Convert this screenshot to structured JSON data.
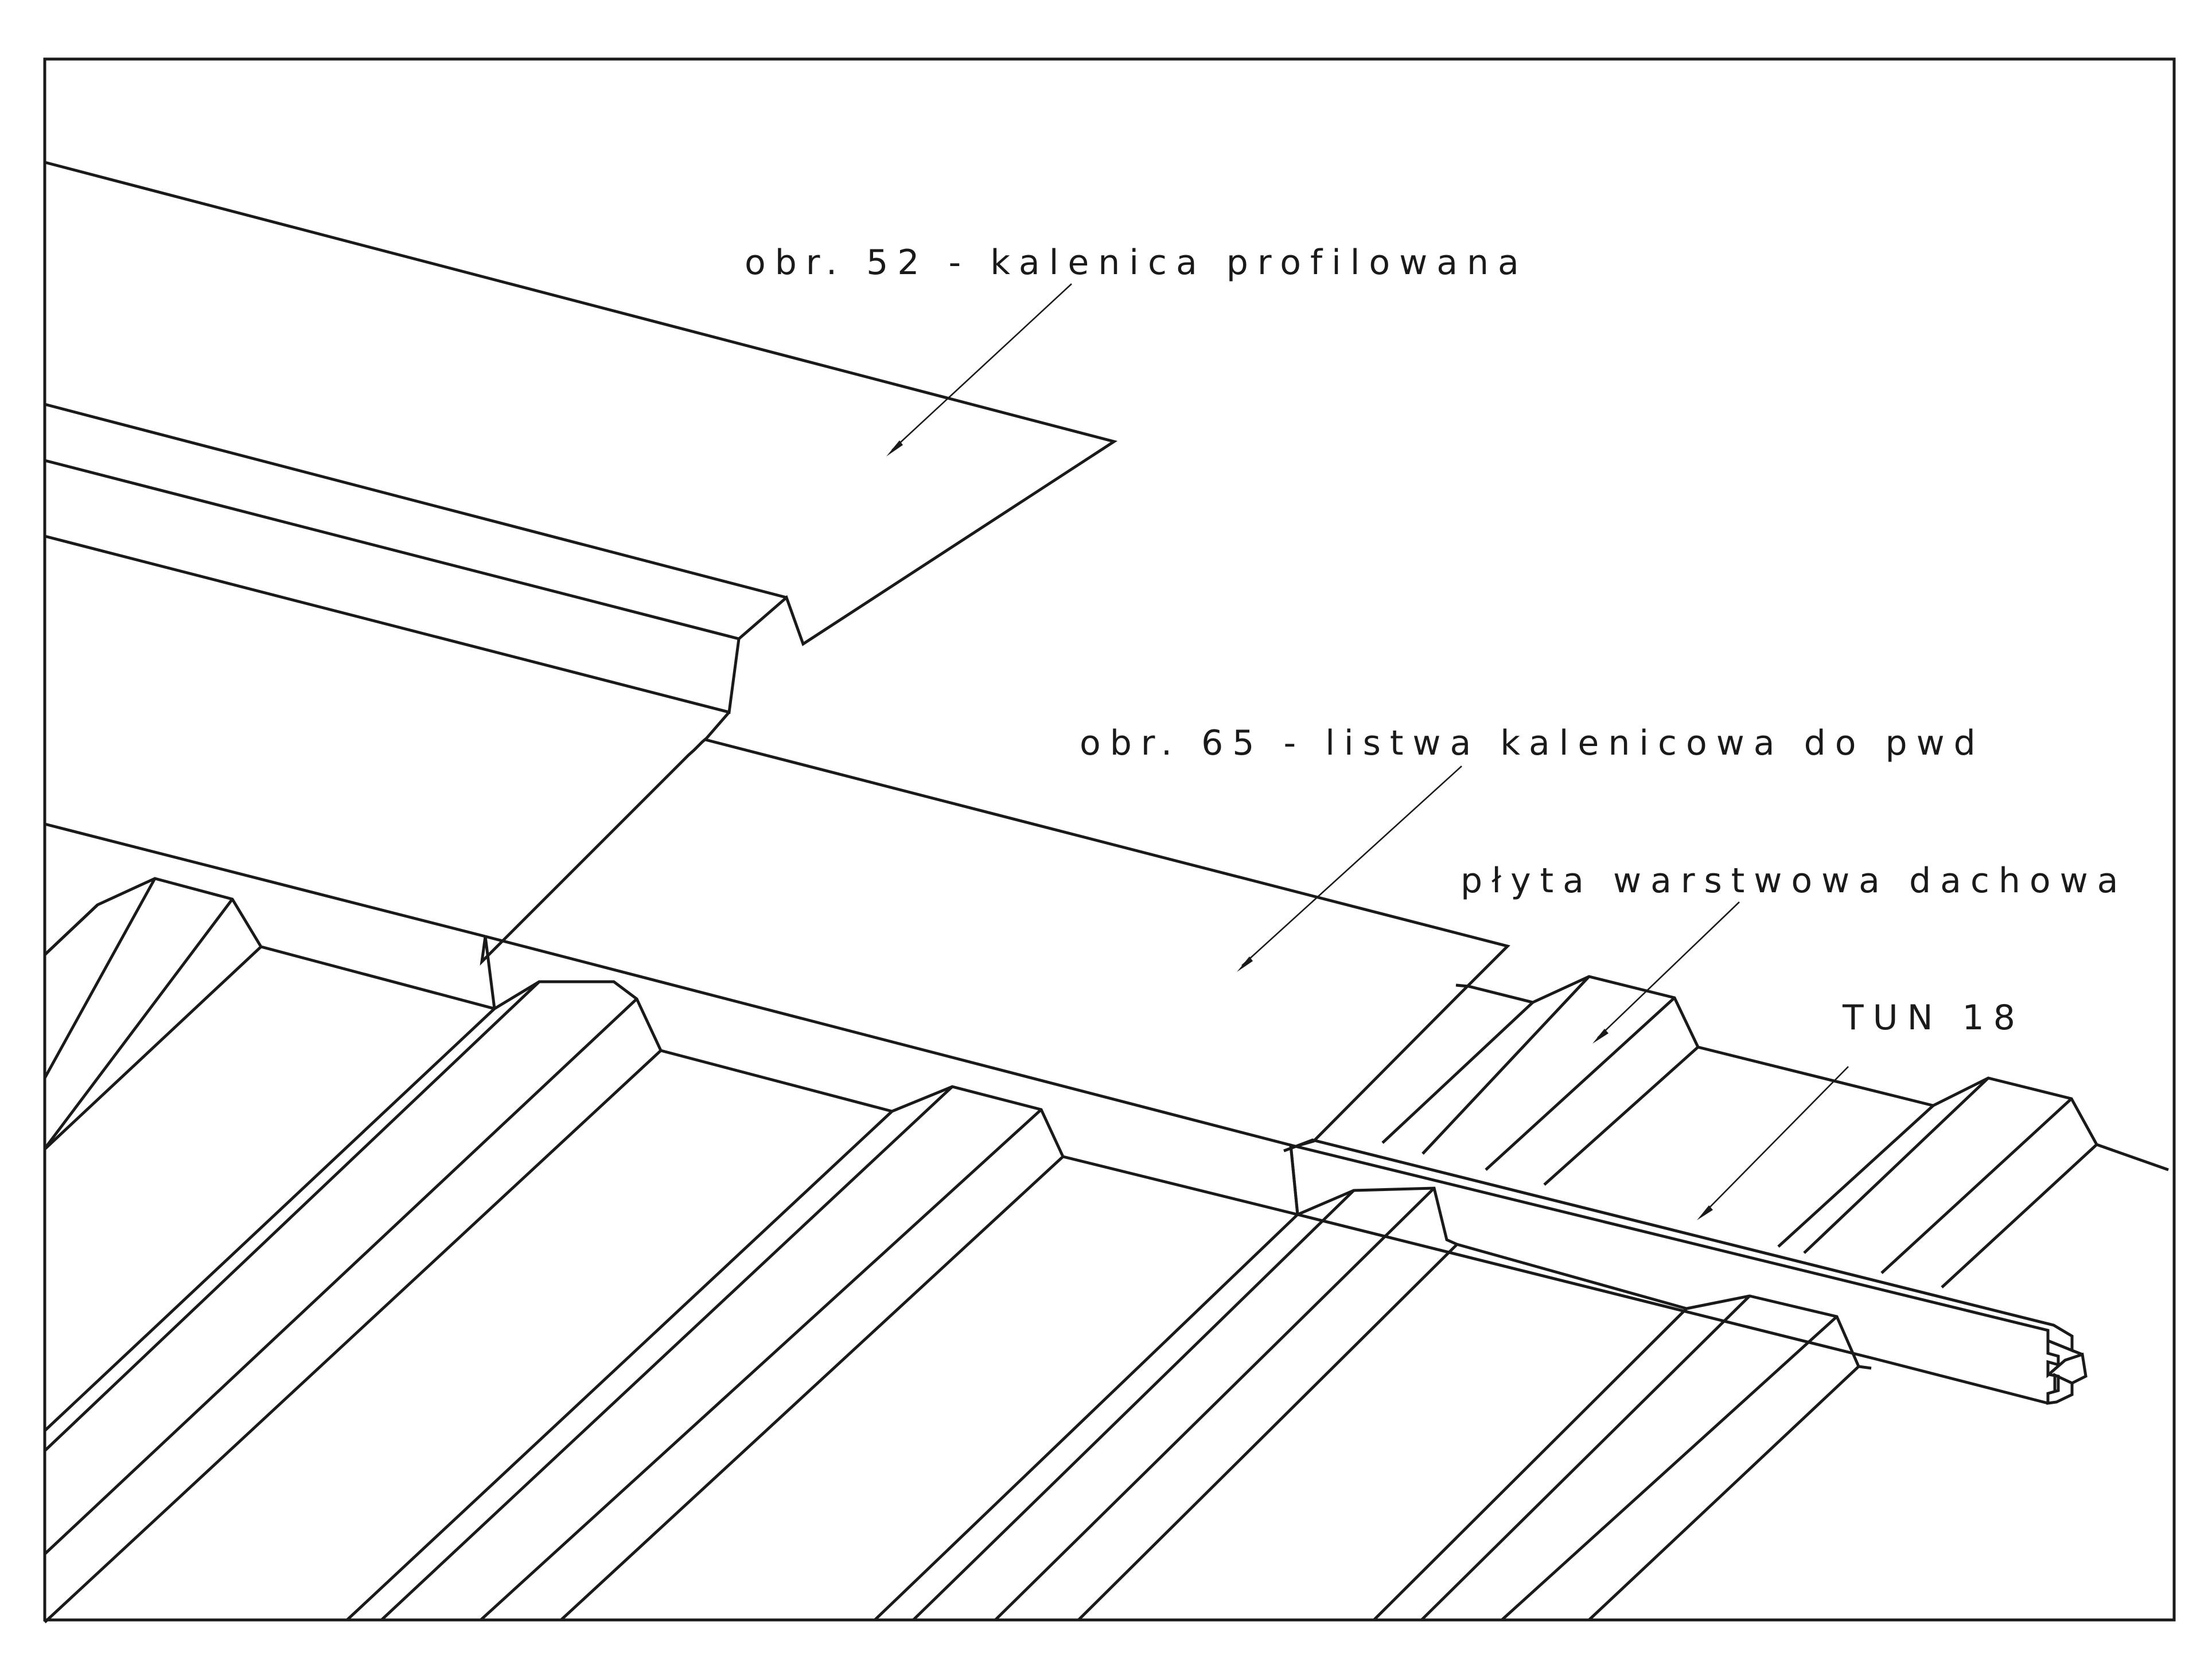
{
  "colors": {
    "line": "#1a1a1a",
    "background": "#ffffff"
  },
  "labels": {
    "kalenica_profilowana": "obr. 52 - kalenica profilowana",
    "listwa_kalenicowa": "obr. 65 - listwa kalenicowa do pwd",
    "plyta_warstwowa": "płyta warstwowa dachowa",
    "tun": "TUN 18"
  }
}
